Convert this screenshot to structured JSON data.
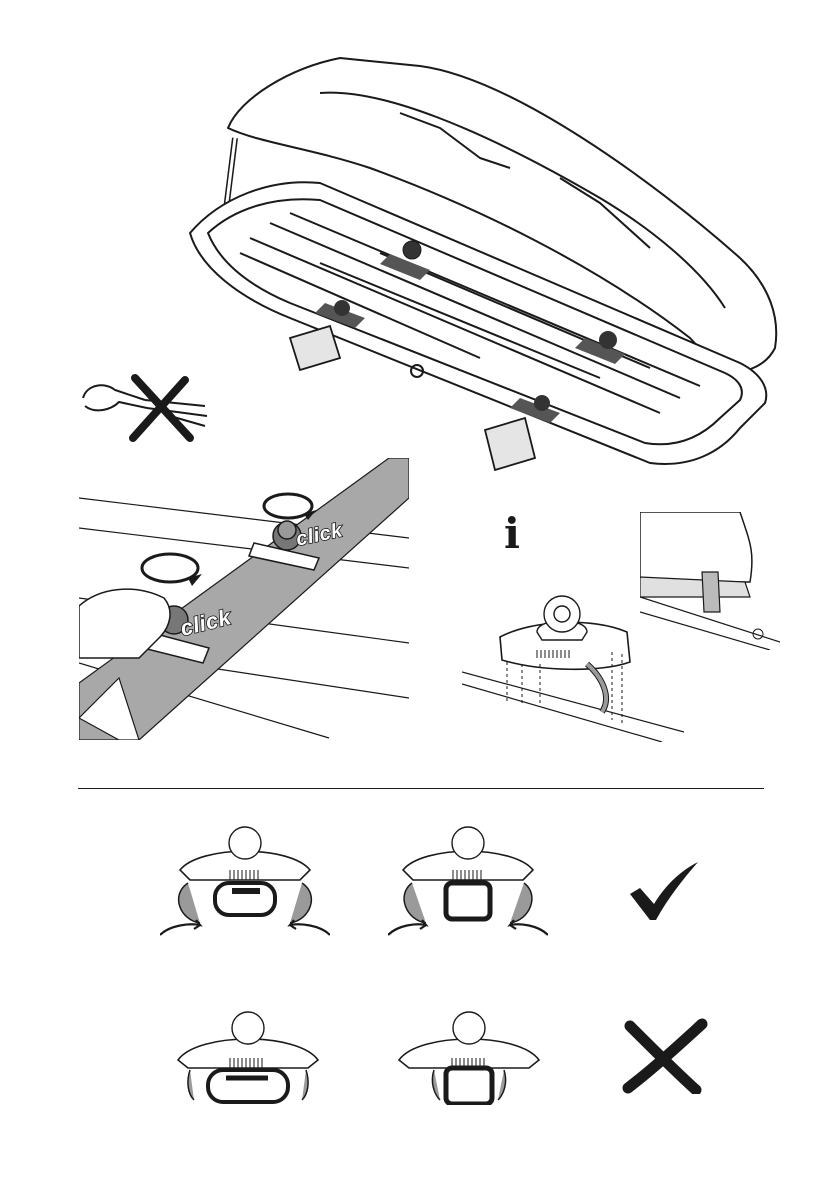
{
  "page": {
    "background": "#ffffff",
    "line_color": "#1a1a1a",
    "shade_color": "#9a9a9a",
    "light_shade": "#d8d8d8"
  },
  "steps": {
    "click_text_1": "click",
    "click_text_2": "click",
    "info_symbol": "i"
  },
  "icons": {
    "roof_box": "roof-box-illustration-icon",
    "tool_forbidden": "pliers-crossed-icon",
    "rotate": "rotate-arrow-icon",
    "info": "info-icon",
    "check": "checkmark-icon",
    "cross": "cross-icon"
  }
}
